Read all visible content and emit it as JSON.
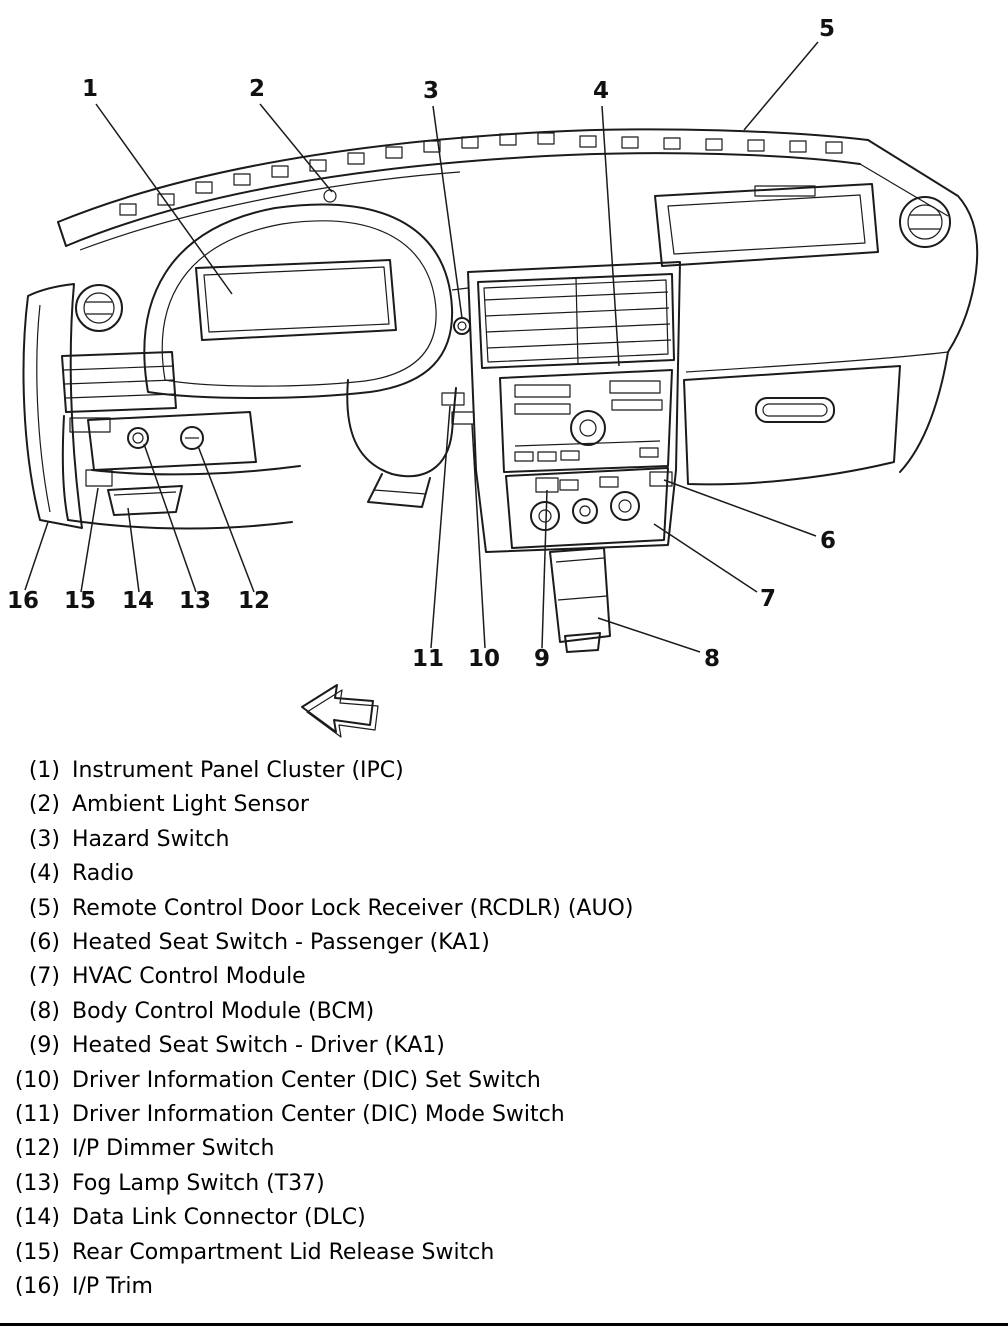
{
  "figure": {
    "description": "Instrument panel component locator diagram",
    "callouts": [
      {
        "label": "1"
      },
      {
        "label": "2"
      },
      {
        "label": "3"
      },
      {
        "label": "4"
      },
      {
        "label": "5"
      },
      {
        "label": "6"
      },
      {
        "label": "7"
      },
      {
        "label": "8"
      },
      {
        "label": "9"
      },
      {
        "label": "10"
      },
      {
        "label": "11"
      },
      {
        "label": "12"
      },
      {
        "label": "13"
      },
      {
        "label": "14"
      },
      {
        "label": "15"
      },
      {
        "label": "16"
      }
    ]
  },
  "legend": {
    "items": [
      {
        "num": "(1)",
        "label": "Instrument Panel Cluster (IPC)"
      },
      {
        "num": "(2)",
        "label": "Ambient Light Sensor"
      },
      {
        "num": "(3)",
        "label": "Hazard Switch"
      },
      {
        "num": "(4)",
        "label": "Radio"
      },
      {
        "num": "(5)",
        "label": "Remote Control Door Lock Receiver (RCDLR) (AUO)"
      },
      {
        "num": "(6)",
        "label": "Heated Seat Switch - Passenger (KA1)"
      },
      {
        "num": "(7)",
        "label": "HVAC Control Module"
      },
      {
        "num": "(8)",
        "label": "Body Control Module (BCM)"
      },
      {
        "num": "(9)",
        "label": "Heated Seat Switch - Driver (KA1)"
      },
      {
        "num": "(10)",
        "label": "Driver Information Center (DIC) Set Switch"
      },
      {
        "num": "(11)",
        "label": "Driver Information Center (DIC) Mode Switch"
      },
      {
        "num": "(12)",
        "label": "I/P Dimmer Switch"
      },
      {
        "num": "(13)",
        "label": "Fog Lamp Switch (T37)"
      },
      {
        "num": "(14)",
        "label": "Data Link Connector (DLC)"
      },
      {
        "num": "(15)",
        "label": "Rear Compartment Lid Release Switch"
      },
      {
        "num": "(16)",
        "label": "I/P Trim"
      }
    ]
  }
}
